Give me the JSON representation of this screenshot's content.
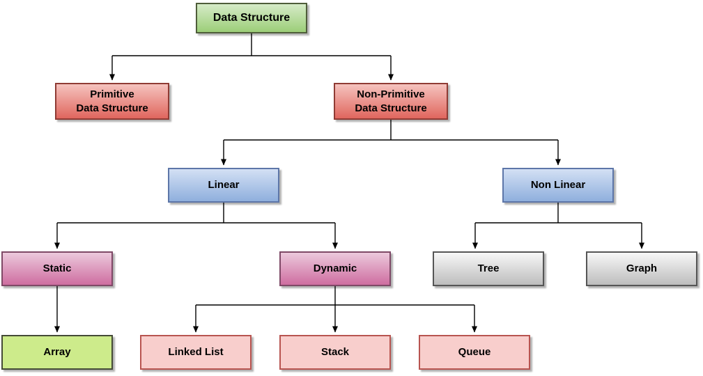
{
  "nodes": {
    "data_structure": {
      "label": "Data Structure",
      "scheme": "green"
    },
    "primitive": {
      "label": "Primitive\nData Structure",
      "scheme": "red"
    },
    "non_primitive": {
      "label": "Non-Primitive\nData Structure",
      "scheme": "red"
    },
    "linear": {
      "label": "Linear",
      "scheme": "blue"
    },
    "non_linear": {
      "label": "Non Linear",
      "scheme": "blue"
    },
    "static": {
      "label": "Static",
      "scheme": "magenta"
    },
    "dynamic": {
      "label": "Dynamic",
      "scheme": "magenta"
    },
    "tree": {
      "label": "Tree",
      "scheme": "gray"
    },
    "graph": {
      "label": "Graph",
      "scheme": "gray"
    },
    "array": {
      "label": "Array",
      "scheme": "lightgreen"
    },
    "linked_list": {
      "label": "Linked List",
      "scheme": "lightpink"
    },
    "stack": {
      "label": "Stack",
      "scheme": "lightpink"
    },
    "queue": {
      "label": "Queue",
      "scheme": "lightpink"
    }
  },
  "edges": [
    {
      "from": "data_structure",
      "to": "primitive"
    },
    {
      "from": "data_structure",
      "to": "non_primitive"
    },
    {
      "from": "non_primitive",
      "to": "linear"
    },
    {
      "from": "non_primitive",
      "to": "non_linear"
    },
    {
      "from": "linear",
      "to": "static"
    },
    {
      "from": "linear",
      "to": "dynamic"
    },
    {
      "from": "non_linear",
      "to": "tree"
    },
    {
      "from": "non_linear",
      "to": "graph"
    },
    {
      "from": "static",
      "to": "array"
    },
    {
      "from": "dynamic",
      "to": "linked_list"
    },
    {
      "from": "dynamic",
      "to": "stack"
    },
    {
      "from": "dynamic",
      "to": "queue"
    }
  ],
  "palette": {
    "green": {
      "fill_top": "#d6ebc8",
      "fill_bottom": "#9cce78",
      "border": "#4f5d3a"
    },
    "red": {
      "fill_top": "#f5c3be",
      "fill_bottom": "#e0665e",
      "border": "#8f3b34"
    },
    "blue": {
      "fill_top": "#d3e0f4",
      "fill_bottom": "#8fafdd",
      "border": "#5d76a8"
    },
    "magenta": {
      "fill_top": "#ecc9dc",
      "fill_bottom": "#ce6da0",
      "border": "#7e4866"
    },
    "gray": {
      "fill_top": "#f7f7f7",
      "fill_bottom": "#bdbdbd",
      "border": "#555555"
    },
    "lightgreen": {
      "fill": "#cdeb8b",
      "border": "#444a36"
    },
    "lightpink": {
      "fill": "#f8cecc",
      "border": "#b85450"
    },
    "connector": "#000000",
    "text": "#000000",
    "background": "#ffffff"
  }
}
